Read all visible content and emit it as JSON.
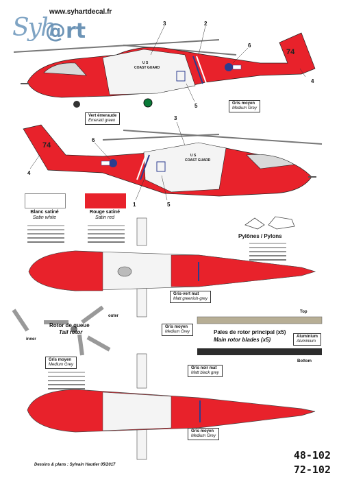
{
  "header": {
    "website": "www.syhartdecal.fr",
    "logo_left": "Syh",
    "logo_right": "@rt"
  },
  "callouts": {
    "n1": "1",
    "n2": "2",
    "n3": "3",
    "n4": "4",
    "n5": "5",
    "n6": "6"
  },
  "aircraft": {
    "coast_guard_text": "COAST GUARD",
    "us_text": "U S",
    "tail_number": "74"
  },
  "colors_boxes": {
    "emerald": {
      "fr": "Vert émeraude",
      "en": "Emerald green"
    },
    "grey_top": {
      "fr": "Gris moyen",
      "en": "Medium Grey"
    },
    "greenish": {
      "fr": "Gris-vert mat",
      "en": "Matt greenish-grey"
    },
    "grey_blade": {
      "fr": "Gris moyen",
      "en": "Medium Grey"
    },
    "alu": {
      "fr": "Aluminium",
      "en": "Aluminium"
    },
    "black": {
      "fr": "Gris noir mat",
      "en": "Matt black grey"
    },
    "grey_tail": {
      "fr": "Gris moyen",
      "en": "Medium Grey"
    },
    "grey_bottom": {
      "fr": "Gris moyen",
      "en": "Medium Grey"
    }
  },
  "swatches": {
    "white": {
      "fr": "Blanc satiné",
      "en": "Satin white",
      "hex": "#ffffff"
    },
    "red": {
      "fr": "Rouge satiné",
      "en": "Satin red",
      "hex": "#e8222b"
    }
  },
  "palette": {
    "red": "#e8222b",
    "white": "#f4f4f4",
    "grey": "#9a9a9a",
    "greenish": "#b7ae95",
    "black": "#2c2c2c",
    "blue": "#2b3d8f"
  },
  "labels": {
    "pylons": "Pylônes / Pylons",
    "tail_rotor_fr": "Rotor de queue",
    "tail_rotor_en": "Tail rotor",
    "inner": "inner",
    "outer": "outer",
    "blades_fr": "Pales de rotor principal (x5)",
    "blades_en": "Main rotor blades (x5)",
    "top": "Top",
    "bottom": "Bottom"
  },
  "footer": {
    "credit": "Dessins & plans : Sylvain Hautier 05/2017",
    "ref1": "48-102",
    "ref2": "72-102"
  }
}
